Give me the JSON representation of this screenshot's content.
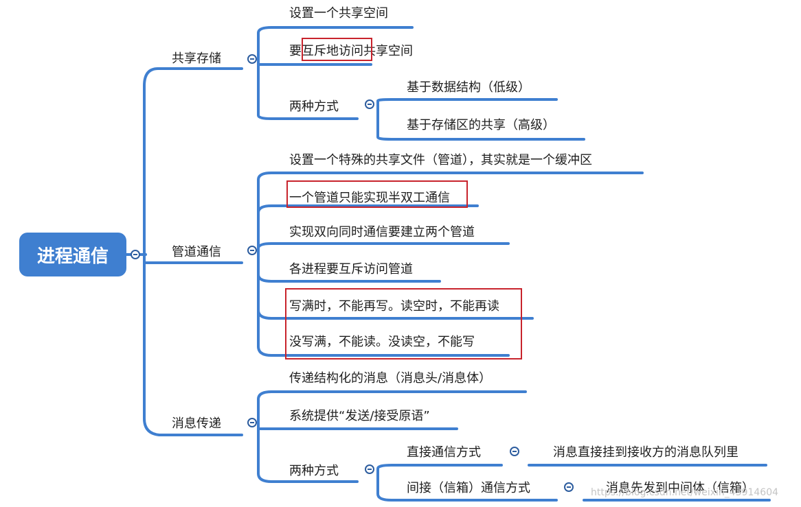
{
  "root": {
    "label": "进程通信"
  },
  "branches": {
    "shared_storage": {
      "label": "共享存储",
      "items": [
        "设置一个共享空间",
        "要互斥地访问共享空间"
      ],
      "methods": {
        "label": "两种方式",
        "items": [
          "基于数据结构（低级）",
          "基于存储区的共享（高级）"
        ]
      }
    },
    "pipe": {
      "label": "管道通信",
      "items": [
        "设置一个特殊的共享文件（管道），其实就是一个缓冲区",
        "一个管道只能实现半双工通信",
        "实现双向同时通信要建立两个管道",
        "各进程要互斥访问管道",
        "写满时，不能再写。读空时，不能再读",
        "没写满，不能读。没读空，不能写"
      ]
    },
    "message": {
      "label": "消息传递",
      "items": [
        "传递结构化的消息（消息头/消息体）",
        "系统提供“发送/接受原语”"
      ],
      "methods": {
        "label": "两种方式",
        "direct": {
          "label": "直接通信方式",
          "detail": "消息直接挂到接收方的消息队列里"
        },
        "indirect": {
          "label": "间接（信箱）通信方式",
          "detail": "消息先发到中间体（信箱）"
        }
      }
    }
  },
  "colors": {
    "line": "#3f7fd0",
    "root_bg": "#3f7fd0",
    "highlight": "#c8232c"
  },
  "watermark": "https://blog.csdn.net/weixin_43914604"
}
